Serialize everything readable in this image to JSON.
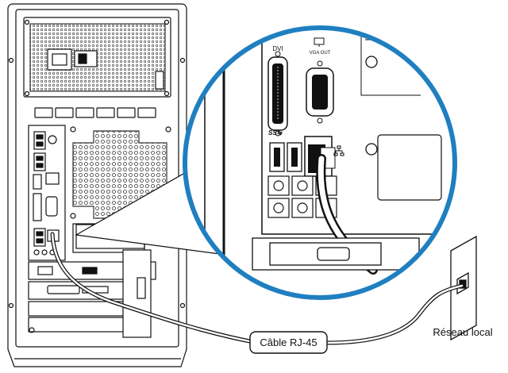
{
  "labels": {
    "cable": "Câble RJ-45",
    "network": "Réseau local",
    "dvi": "DVI",
    "vga_out": "VGA OUT",
    "usb3": "SS⇆"
  },
  "icons": {
    "lan": "network-icon",
    "monitor": "monitor-icon"
  },
  "colors": {
    "callout_ring": "#1f7fc0",
    "line": "#111111",
    "background": "#ffffff"
  }
}
